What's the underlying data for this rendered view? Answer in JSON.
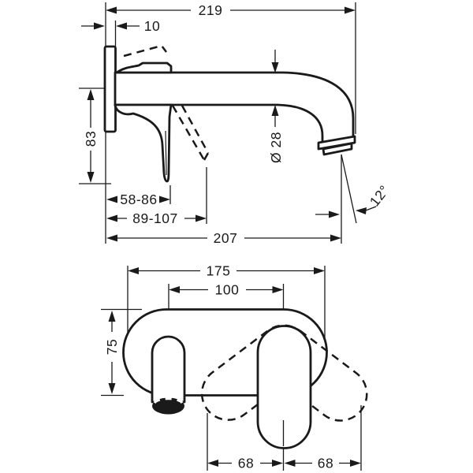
{
  "canvas": {
    "background": "#ffffff",
    "line_color": "#1a1a1a",
    "units": "mm"
  },
  "side_view": {
    "dim_depth_total": "219",
    "dim_plate_depth": "10",
    "dim_height": "83",
    "dim_spout_diameter": "Ø 28",
    "dim_stream_angle": "12°",
    "dim_lever_min_max": "58-86",
    "dim_lever_swing_min_max": "89-107",
    "dim_spout_reach": "207"
  },
  "front_view": {
    "dim_plate_width": "175",
    "dim_center_distance": "100",
    "dim_plate_height": "75",
    "dim_swing_left": "68",
    "dim_swing_right": "68"
  }
}
